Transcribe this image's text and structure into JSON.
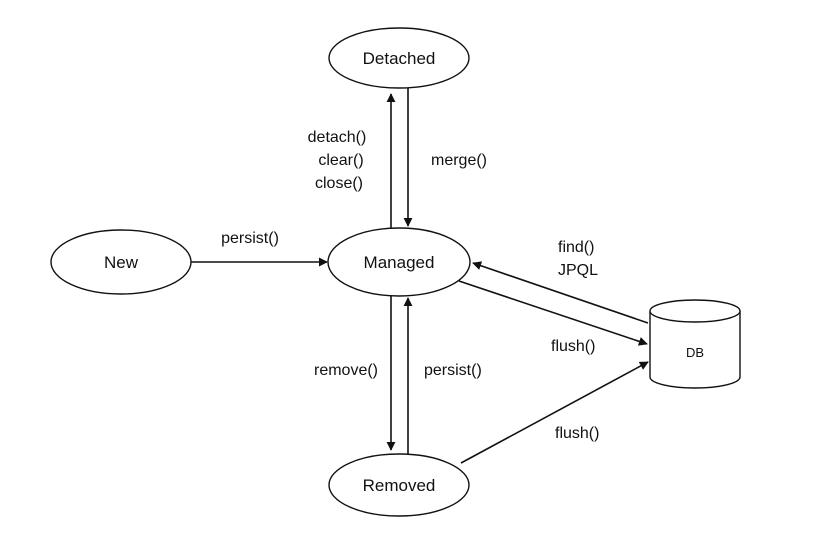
{
  "diagram": {
    "nodes": {
      "detached": "Detached",
      "new": "New",
      "managed": "Managed",
      "removed": "Removed",
      "db": "DB"
    },
    "edges": {
      "managed_to_detached": [
        "detach()",
        "clear()",
        "close()"
      ],
      "detached_to_managed": "merge()",
      "new_to_managed": "persist()",
      "db_to_managed": [
        "find()",
        "JPQL"
      ],
      "managed_to_db": "flush()",
      "managed_to_removed": "remove()",
      "removed_to_managed": "persist()",
      "removed_to_db": "flush()"
    }
  }
}
